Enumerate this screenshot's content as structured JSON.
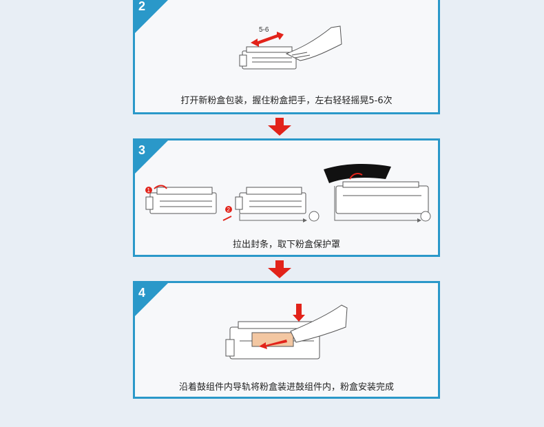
{
  "steps": [
    {
      "number": "2",
      "caption": "打开新粉盒包装，握住粉盒把手，左右轻轻摇晃5-6次",
      "shake_label": "5-6"
    },
    {
      "number": "3",
      "caption": "拉出封条，取下粉盒保护罩",
      "marker_1": "1",
      "marker_2": "2"
    },
    {
      "number": "4",
      "caption": "沿着鼓组件内导轨将粉盒装进鼓组件内，粉盒安装完成"
    }
  ],
  "colors": {
    "border": "#2a98c9",
    "arrow": "#e2231a"
  }
}
